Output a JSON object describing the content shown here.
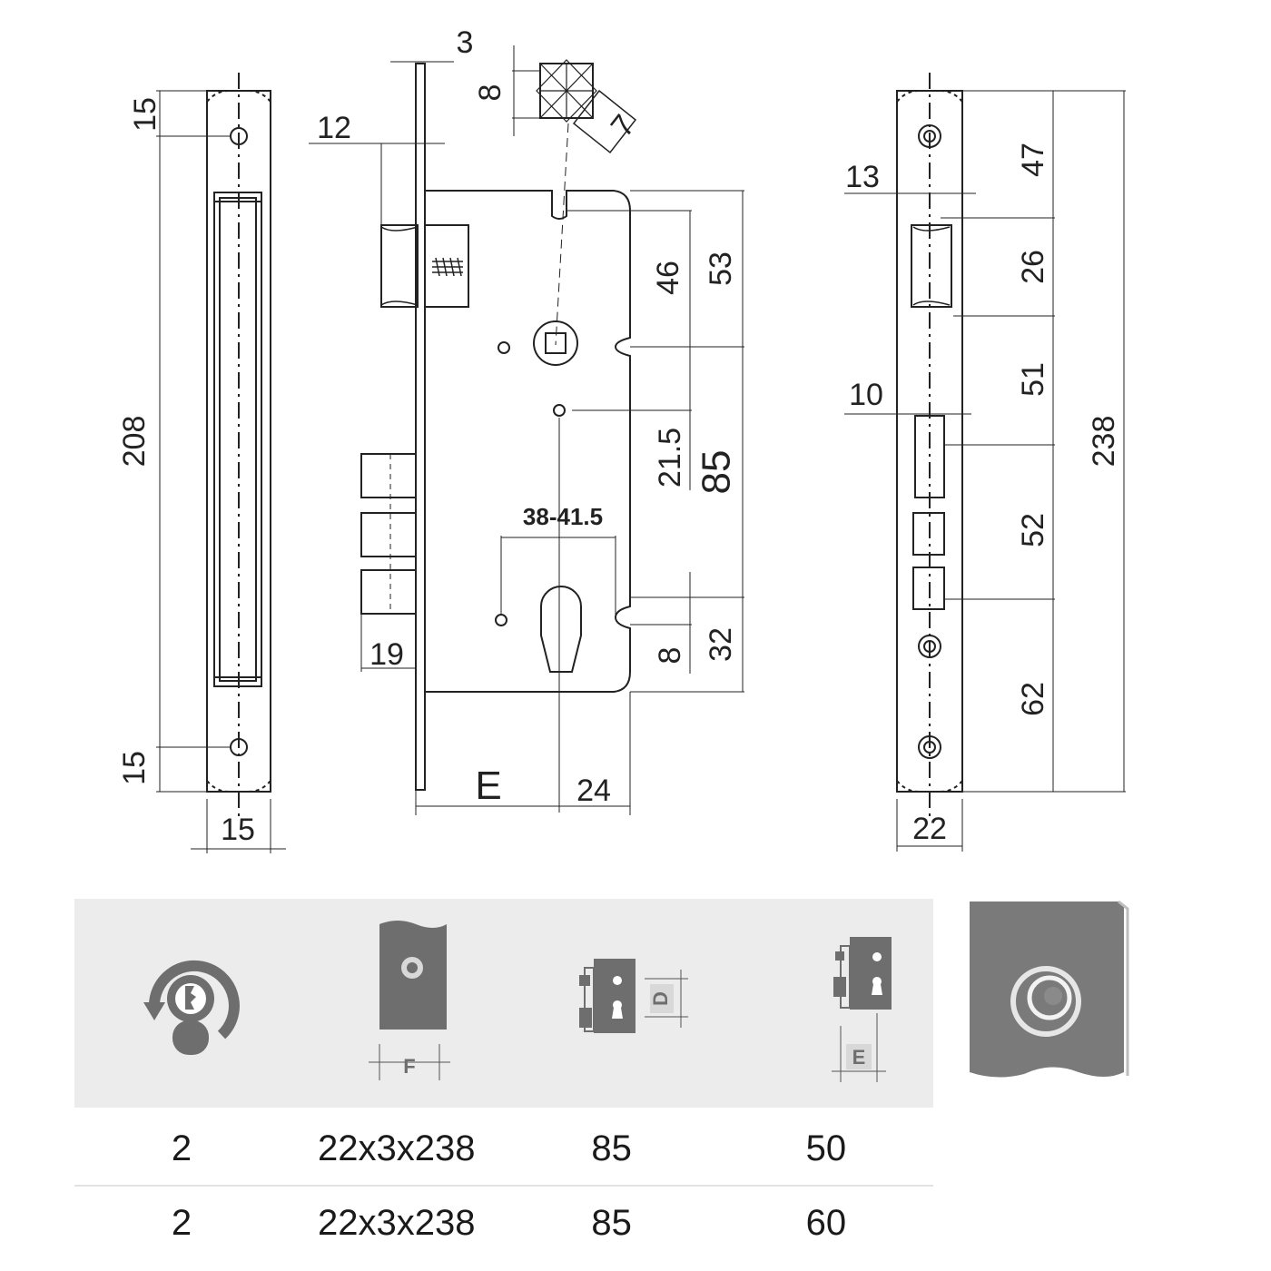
{
  "drawing": {
    "left_view": {
      "dim_top": "15",
      "dim_height": "208",
      "dim_bottom": "15",
      "dim_width": "15"
    },
    "front_view": {
      "dim_plate_thickness": "3",
      "dim_latch": "12",
      "dim_square": "8",
      "dim_square_diag": "7",
      "dim_46": "46",
      "dim_53": "53",
      "dim_21_5": "21.5",
      "dim_85": "85",
      "dim_cylinder": "38-41.5",
      "dim_19": "19",
      "dim_8": "8",
      "dim_32": "32",
      "dim_e": "E",
      "dim_24": "24"
    },
    "right_view": {
      "dim_13": "13",
      "dim_10": "10",
      "dim_47": "47",
      "dim_26": "26",
      "dim_51": "51",
      "dim_52": "52",
      "dim_62": "62",
      "dim_238": "238",
      "dim_22": "22"
    }
  },
  "icons": [
    {
      "name": "keys-icon"
    },
    {
      "name": "faceplate-icon",
      "label": "F"
    },
    {
      "name": "distance-icon",
      "label": "D"
    },
    {
      "name": "backset-icon",
      "label": "E"
    }
  ],
  "table": {
    "rows": [
      [
        "2",
        "22x3x238",
        "85",
        "50"
      ],
      [
        "2",
        "22x3x238",
        "85",
        "60"
      ]
    ]
  },
  "colors": {
    "line": "#222222",
    "strip_bg": "#ececec",
    "icon_fill": "#6e6e6e"
  }
}
